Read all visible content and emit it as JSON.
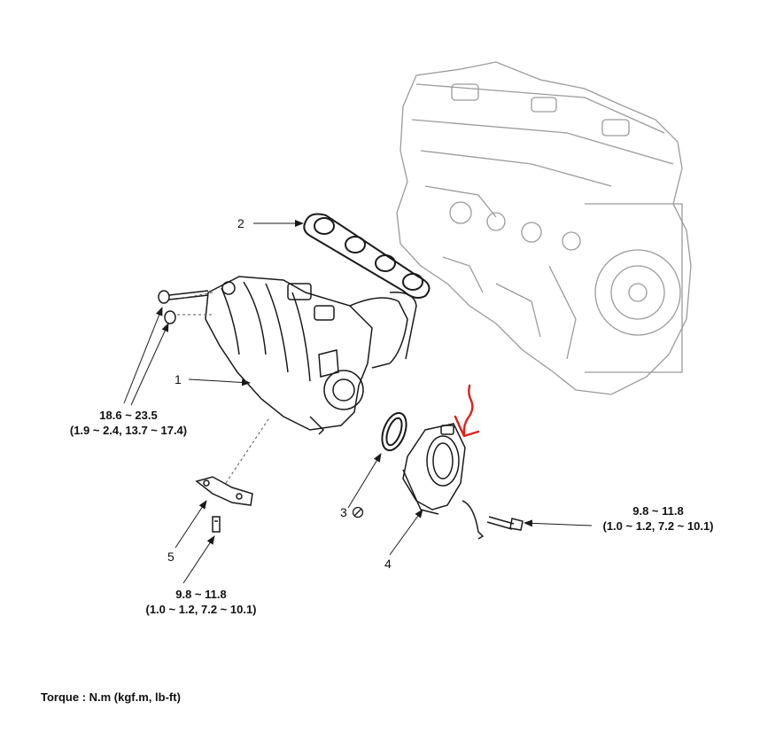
{
  "callouts": {
    "c1": "1",
    "c2": "2",
    "c3": "3",
    "c4": "4",
    "c5": "5"
  },
  "torque": {
    "manifold": {
      "nm": "18.6 ~ 23.5",
      "alt": "(1.9 ~ 2.4, 13.7 ~ 17.4)"
    },
    "throttle": {
      "nm": "9.8 ~ 11.8",
      "alt": "(1.0 ~ 1.2, 7.2 ~ 10.1)"
    },
    "bracket": {
      "nm": "9.8 ~ 11.8",
      "alt": "(1.0 ~ 1.2, 7.2 ~ 10.1)"
    }
  },
  "footnote": "Torque : N.m (kgf.m, lb-ft)",
  "colors": {
    "line": "#1a1a1a",
    "engine": "#9a9a9a",
    "markup": "#e0201c"
  },
  "parts": {
    "1": "intake-manifold",
    "2": "intake-manifold-gasket",
    "3": "throttle-body-gasket",
    "4": "throttle-body",
    "5": "bracket"
  }
}
